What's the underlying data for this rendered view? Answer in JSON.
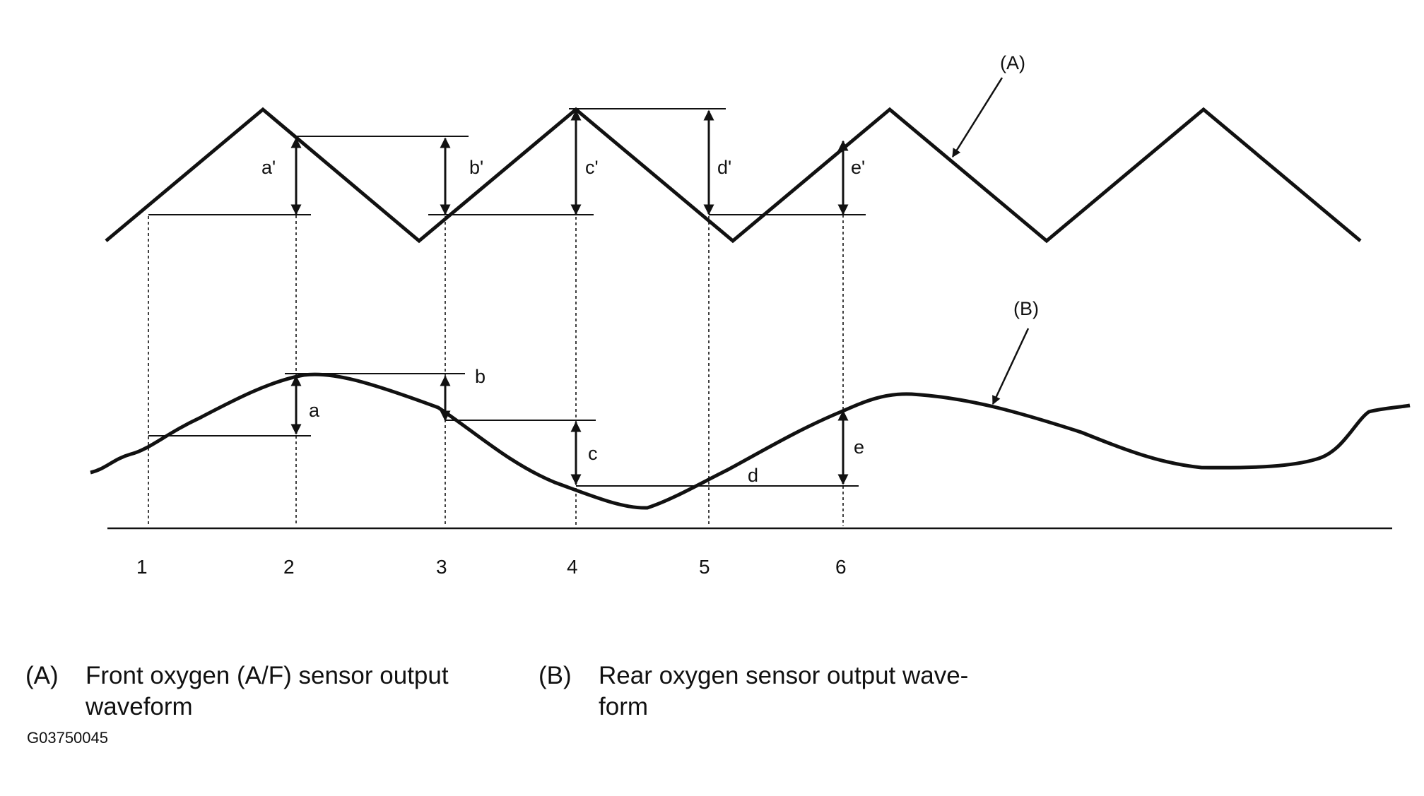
{
  "waveforms": [
    {
      "key": "(A)",
      "description": "Front oxygen (A/F) sensor output waveform"
    },
    {
      "key": "(B)",
      "description": "Rear oxygen sensor output wave-form"
    }
  ],
  "legend": {
    "a_key": "(A)",
    "a_text_line1": "Front oxygen (A/F) sensor output",
    "a_text_line2": "waveform",
    "b_key": "(B)",
    "b_text_line1": "Rear oxygen sensor output wave-",
    "b_text_line2": "form"
  },
  "callouts": {
    "a": "(A)",
    "b": "(B)"
  },
  "time_points": [
    "1",
    "2",
    "3",
    "4",
    "5",
    "6"
  ],
  "measurements_front": [
    "a'",
    "b'",
    "c'",
    "d'",
    "e'"
  ],
  "measurements_rear": [
    "a",
    "b",
    "c",
    "d",
    "e"
  ],
  "figure_id": "G03750045"
}
